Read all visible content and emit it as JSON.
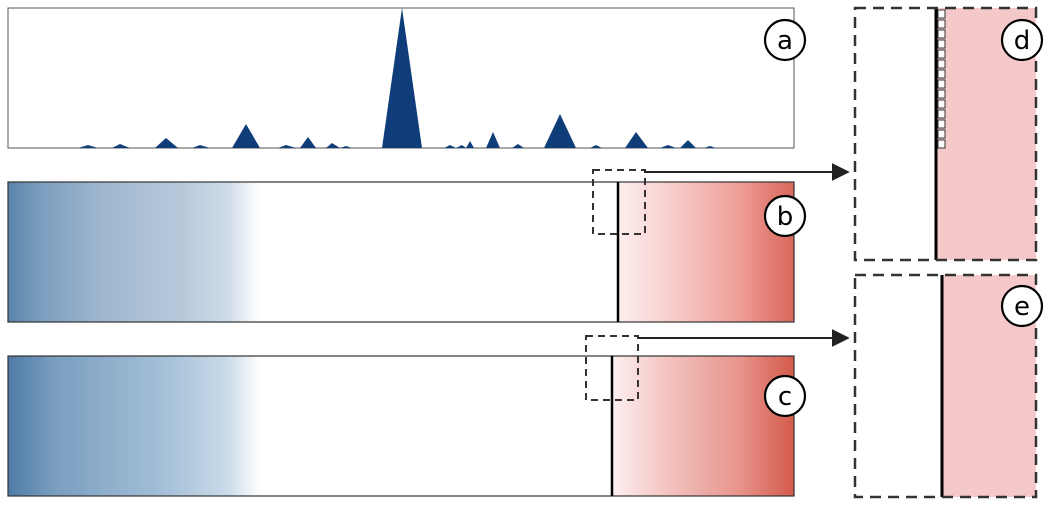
{
  "panels": {
    "a": {
      "label": "a"
    },
    "b": {
      "label": "b"
    },
    "c": {
      "label": "c"
    },
    "d": {
      "label": "d"
    },
    "e": {
      "label": "e"
    }
  },
  "colors": {
    "spike": "#0f3d7a",
    "blue_dark": "#4f7ca6",
    "blue_light": "#dbe7f1",
    "red_light": "#fbe3e2",
    "red_dark": "#d35a4c",
    "zoom_fill": "#f5c9c9",
    "frame": "#222222",
    "dash": "#333333"
  },
  "icons": {
    "arrow_b_to_d": "arrow-right-icon",
    "arrow_c_to_e": "arrow-right-icon"
  }
}
